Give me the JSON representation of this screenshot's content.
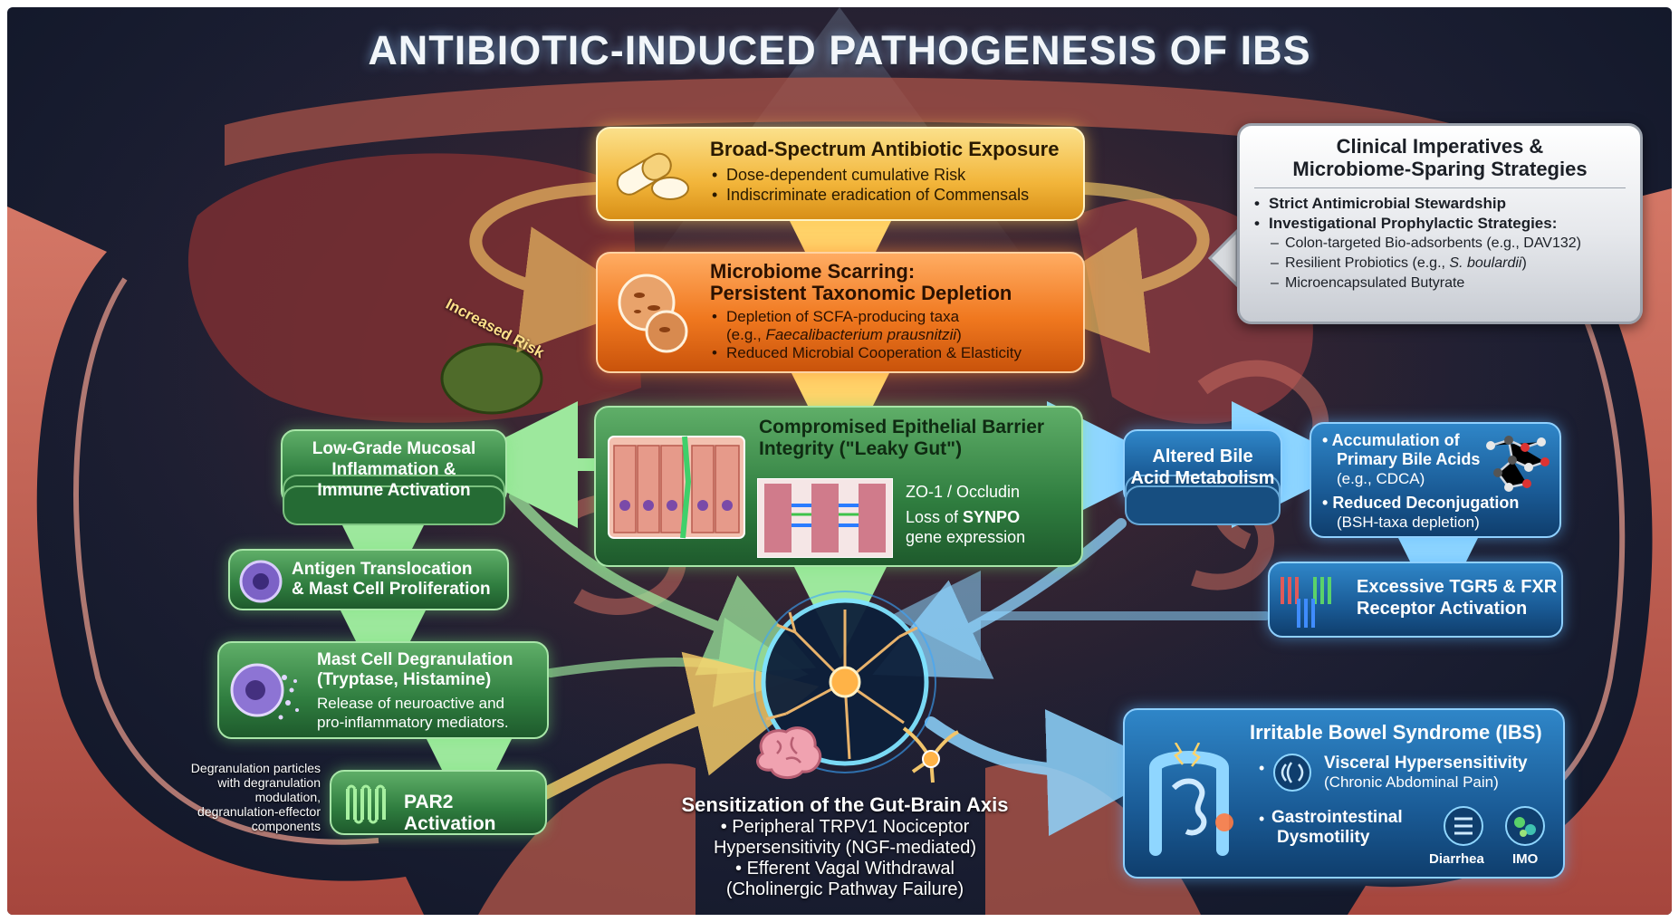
{
  "title": "ANTIBIOTIC-INDUCED PATHOGENESIS OF IBS",
  "antibiotic": {
    "title": "Broad-Spectrum Antibiotic Exposure",
    "bullets": [
      "Dose-dependent cumulative Risk",
      "Indiscriminate eradication of Commensals"
    ]
  },
  "increased_risk_label": "Increased Risk",
  "microbiome": {
    "title_line1": "Microbiome Scarring:",
    "title_line2": "Persistent Taxonomic Depletion",
    "bullet1_line1": "Depletion of SCFA-producing taxa",
    "bullet1_line2_prefix": "(e.g., ",
    "bullet1_line2_italic": "Faecalibacterium prausnitzii",
    "bullet1_line2_suffix": ")",
    "bullet2": "Reduced Microbial Cooperation & Elasticity"
  },
  "clinical": {
    "title_line1": "Clinical Imperatives &",
    "title_line2": "Microbiome-Sparing Strategies",
    "bullet1": "Strict Antimicrobial Stewardship",
    "bullet2": "Investigational Prophylactic Strategies:",
    "sub1": "Colon-targeted Bio-adsorbents (e.g., DAV132)",
    "sub2_prefix": "Resilient Probiotics (e.g., ",
    "sub2_italic": "S. boulardii",
    "sub2_suffix": ")",
    "sub3": "Microencapsulated Butyrate"
  },
  "barrier": {
    "title_line1": "Compromised Epithelial Barrier",
    "title_line2": "Integrity (\"Leaky Gut\")",
    "zo1": "ZO-1 / Occludin",
    "loss_prefix": "Loss of ",
    "loss_bold": "SYNPO",
    "loss_line2": "gene expression"
  },
  "inflammation": {
    "line1": "Low-Grade Mucosal",
    "line2": "Inflammation &",
    "line3": "Immune Activation"
  },
  "antigen": {
    "line1": "Antigen Translocation",
    "line2": "& Mast Cell Proliferation"
  },
  "degranulation": {
    "line1": "Mast Cell Degranulation",
    "line2": "(Tryptase, Histamine)",
    "line3": "Release of neuroactive and",
    "line4": "pro-inflammatory mediators."
  },
  "degran_note": {
    "line1": "Degranulation particles",
    "line2": "with degranulation",
    "line3": "modulation,",
    "line4": "degranulation-effector",
    "line5": "components"
  },
  "par2": "PAR2 Activation",
  "bile": {
    "line1": "Altered Bile",
    "line2": "Acid Metabolism"
  },
  "primary_bile": {
    "b1_line1": "Accumulation of",
    "b1_line2": "Primary Bile Acids",
    "b1_line3": "(e.g., CDCA)",
    "b2_line1": "Reduced Deconjugation",
    "b2_line2": "(BSH-taxa depletion)"
  },
  "tgr5": {
    "line1": "Excessive TGR5 & FXR",
    "line2": "Receptor Activation"
  },
  "gutbrain": {
    "title": "Sensitization of the Gut-Brain Axis",
    "l1": "• Peripheral TRPV1 Nociceptor",
    "l2": "Hypersensitivity (NGF-mediated)",
    "l3": "• Efferent Vagal Withdrawal",
    "l4": "(Cholinergic Pathway Failure)"
  },
  "ibs": {
    "title": "Irritable Bowel Syndrome (IBS)",
    "v1": "Visceral Hypersensitivity",
    "v2": "(Chronic Abdominal Pain)",
    "g1": "Gastrointestinal",
    "g2": "Dysmotility",
    "diarrhea": "Diarrhea",
    "imo": "IMO"
  },
  "colors": {
    "yellow": "#f2b53a",
    "orange": "#f0781f",
    "green": "#2f7d3f",
    "blue": "#1a5b96",
    "gray": "#e6e8ec"
  }
}
